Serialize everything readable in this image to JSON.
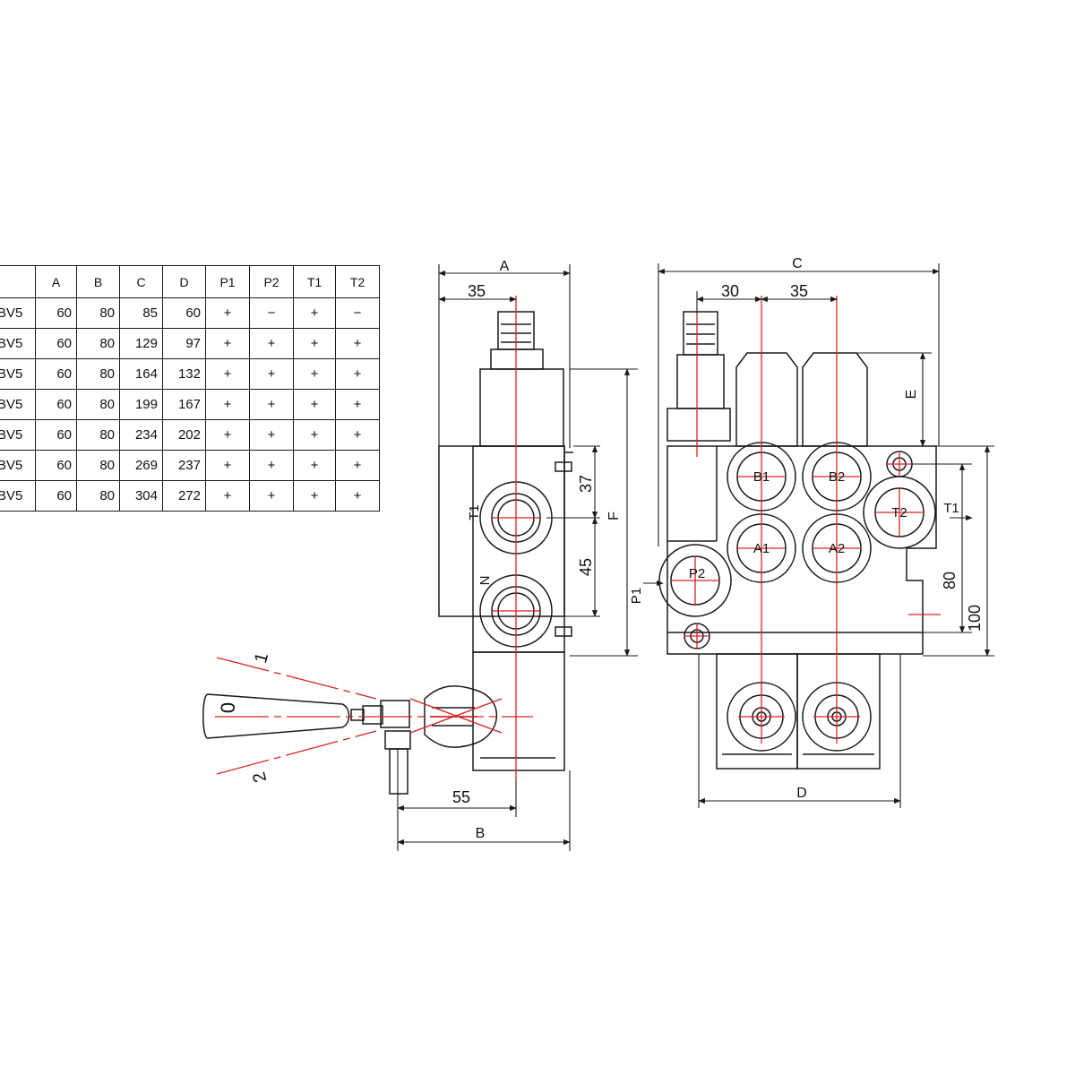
{
  "table": {
    "headers": [
      "",
      "A",
      "B",
      "C",
      "D",
      "P1",
      "P2",
      "T1",
      "T2"
    ],
    "rows": [
      [
        "BV5",
        "60",
        "80",
        "85",
        "60",
        "+",
        "−",
        "+",
        "−"
      ],
      [
        "BV5",
        "60",
        "80",
        "129",
        "97",
        "+",
        "+",
        "+",
        "+"
      ],
      [
        "BV5",
        "60",
        "80",
        "164",
        "132",
        "+",
        "+",
        "+",
        "+"
      ],
      [
        "BV5",
        "60",
        "80",
        "199",
        "167",
        "+",
        "+",
        "+",
        "+"
      ],
      [
        "BV5",
        "60",
        "80",
        "234",
        "202",
        "+",
        "+",
        "+",
        "+"
      ],
      [
        "BV5",
        "60",
        "80",
        "269",
        "237",
        "+",
        "+",
        "+",
        "+"
      ],
      [
        "BV5",
        "60",
        "80",
        "304",
        "272",
        "+",
        "+",
        "+",
        "+"
      ]
    ]
  },
  "side_view": {
    "dim_a": "A",
    "dim_35": "35",
    "dim_f": "F",
    "dim_37": "37",
    "dim_45": "45",
    "dim_55": "55",
    "dim_b": "B",
    "port_t1": "T1",
    "port_n": "N",
    "lever_pos_1": "1",
    "lever_pos_0": "0",
    "lever_pos_2": "2"
  },
  "front_view": {
    "dim_c": "C",
    "dim_30": "30",
    "dim_35": "35",
    "dim_e": "E",
    "dim_80": "80",
    "dim_100": "100",
    "dim_d": "D",
    "port_b1": "B1",
    "port_b2": "B2",
    "port_a1": "A1",
    "port_a2": "A2",
    "port_p2": "P2",
    "port_t2": "T2",
    "label_t1": "T1",
    "label_p1": "P1"
  },
  "colors": {
    "line": "#1a1a1a",
    "centerline": "#e02020"
  }
}
